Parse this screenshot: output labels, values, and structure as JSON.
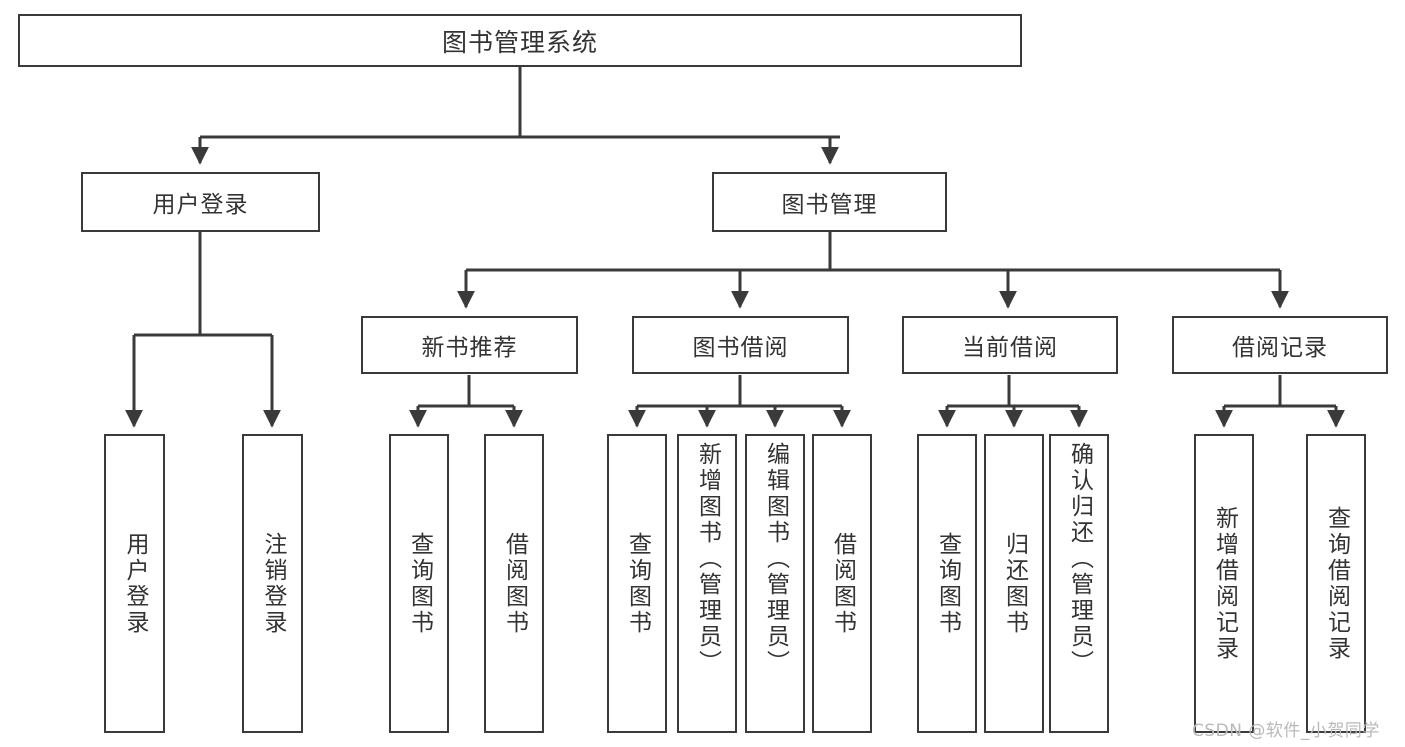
{
  "diagram": {
    "type": "tree-hierarchy",
    "title": "图书管理系统",
    "root": {
      "label": "图书管理系统"
    },
    "level1": [
      {
        "id": "user-login",
        "label": "用户登录"
      },
      {
        "id": "book-manage",
        "label": "图书管理"
      }
    ],
    "level2": [
      {
        "id": "new-book-recommend",
        "label": "新书推荐",
        "parent": "book-manage"
      },
      {
        "id": "book-borrow",
        "label": "图书借阅",
        "parent": "book-manage"
      },
      {
        "id": "current-borrow",
        "label": "当前借阅",
        "parent": "book-manage"
      },
      {
        "id": "borrow-record",
        "label": "借阅记录",
        "parent": "book-manage"
      }
    ],
    "leaves": {
      "user_login": [
        {
          "id": "leaf-user-login",
          "label": "用户登录"
        },
        {
          "id": "leaf-logout-login",
          "label": "注销登录"
        }
      ],
      "new_book_recommend": [
        {
          "id": "leaf-query-book-1",
          "label": "查询图书"
        },
        {
          "id": "leaf-borrow-book-1",
          "label": "借阅图书"
        }
      ],
      "book_borrow": [
        {
          "id": "leaf-query-book-2",
          "label": "查询图书"
        },
        {
          "id": "leaf-add-book",
          "label": "新增图书（管理员）"
        },
        {
          "id": "leaf-edit-book",
          "label": "编辑图书（管理员）"
        },
        {
          "id": "leaf-borrow-book-2",
          "label": "借阅图书"
        }
      ],
      "current_borrow": [
        {
          "id": "leaf-query-book-3",
          "label": "查询图书"
        },
        {
          "id": "leaf-return-book",
          "label": "归还图书"
        },
        {
          "id": "leaf-confirm-return",
          "label": "确认归还（管理员）"
        }
      ],
      "borrow_record": [
        {
          "id": "leaf-add-record",
          "label": "新增借阅记录"
        },
        {
          "id": "leaf-query-record",
          "label": "查询借阅记录"
        }
      ]
    },
    "watermark": "CSDN @软件_小贺同学",
    "colors": {
      "stroke": "#3a3a3a",
      "text": "#333333",
      "background": "#ffffff",
      "watermark": "#b9b9b9"
    }
  }
}
